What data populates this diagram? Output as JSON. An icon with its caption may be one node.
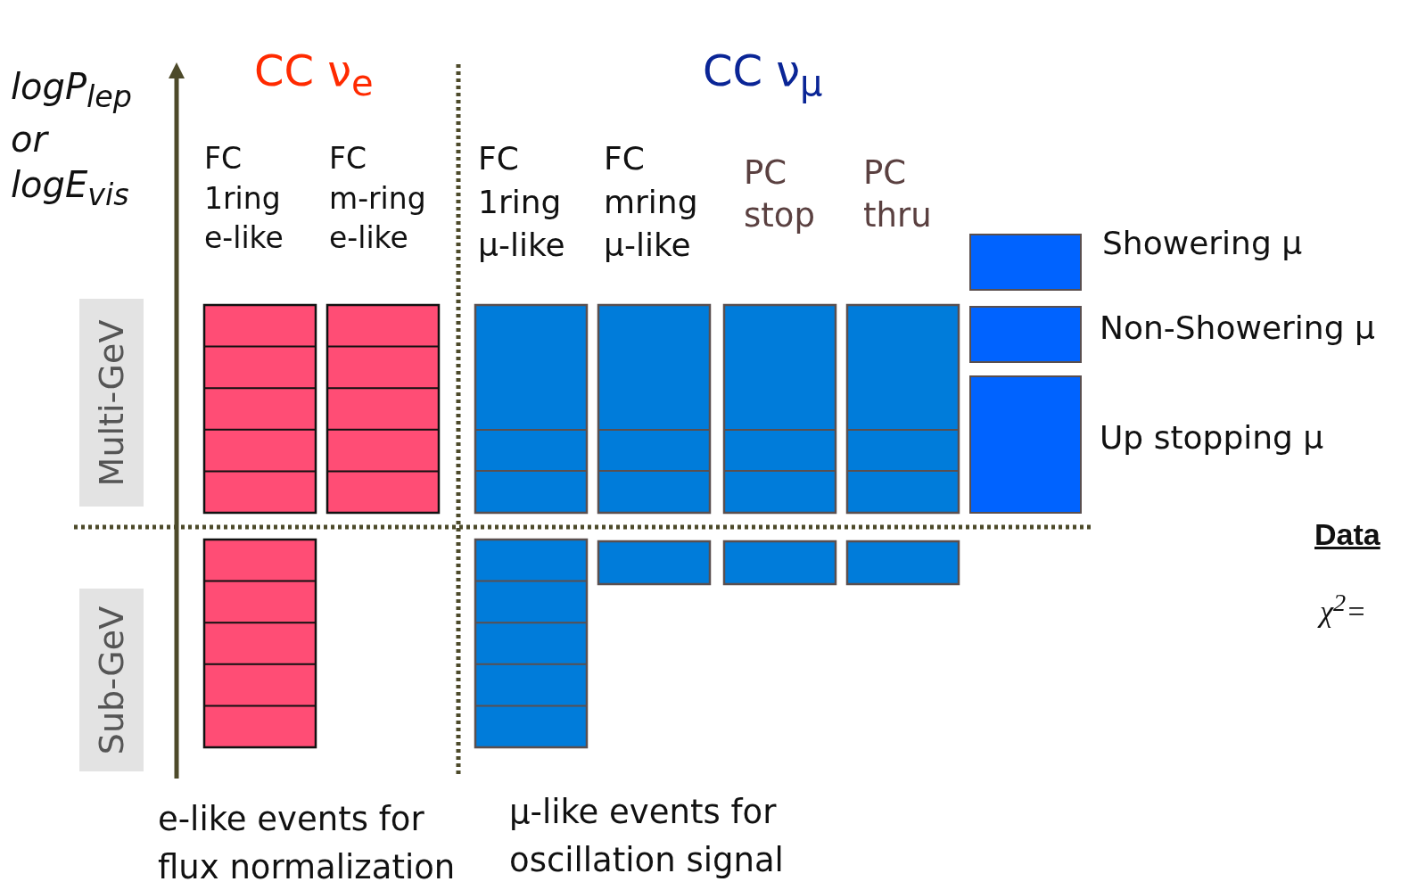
{
  "diagram": {
    "nodes": [
      {
        "text": [
          "Multi-GeV"
        ]
      },
      {
        "text": [
          "Sub-GeV"
        ]
      },
      {
        "text": [],
        "shape": "box",
        "beside": [
          "Showering μ"
        ]
      },
      {
        "text": [],
        "shape": "box",
        "beside": [
          "Non-Showering μ"
        ]
      },
      {
        "text": [],
        "shape": "box",
        "beside": [
          "Up stopping μ"
        ]
      }
    ],
    "edges": [],
    "labels": [
      "logP$_{lep}$ or logE$_{vis}$",
      "CC ν$_{e}$",
      "CC ν$_{μ}$",
      "FC 1ring e-like",
      "FC m-ring e-like",
      "FC 1ring μ-like",
      "FC mring μ-like",
      "PC stop",
      "PC thru",
      "Data",
      "χ$^{2}$=",
      "e-like events for flux normalization",
      "μ-like events for oscillation signal"
    ]
  }
}
